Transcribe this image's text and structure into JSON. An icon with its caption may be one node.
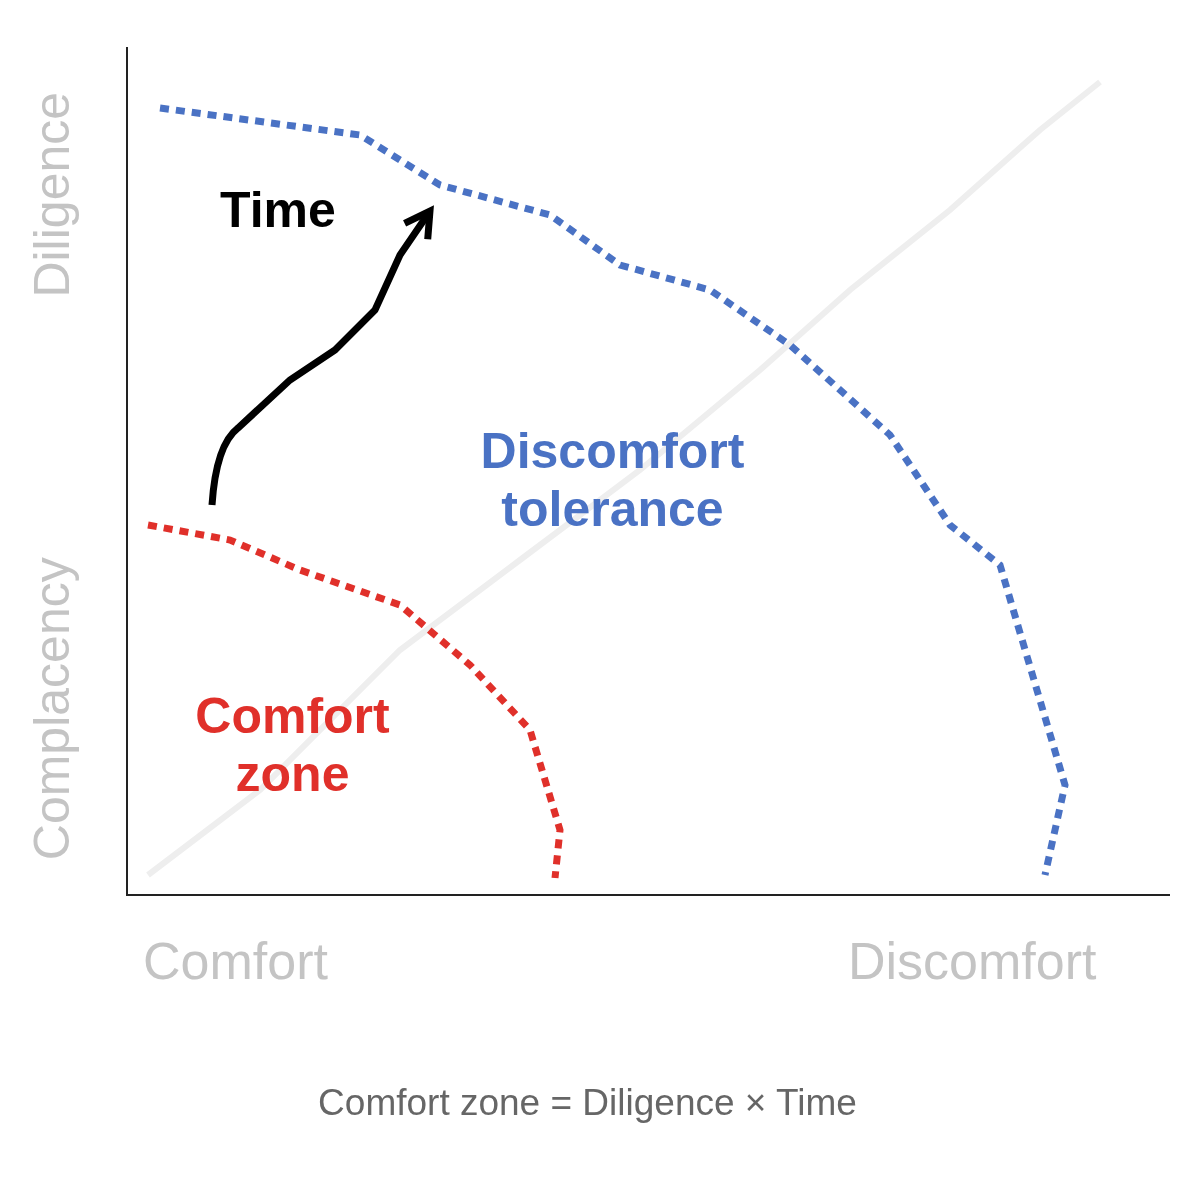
{
  "diagram": {
    "caption": "Comfort zone = Diligence × Time",
    "labels": [
      "Diligence",
      "Time",
      "Discomfort tolerance",
      "Complacency",
      "Comfort zone",
      "Comfort",
      "Discomfort"
    ]
  }
}
